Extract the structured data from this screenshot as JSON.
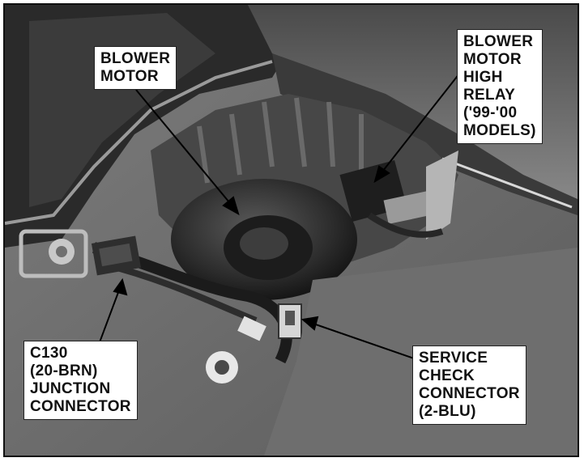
{
  "labels": {
    "blower_motor": [
      "BLOWER",
      "MOTOR"
    ],
    "high_relay": [
      "BLOWER",
      "MOTOR",
      "HIGH",
      "RELAY",
      "('99-'00",
      "MODELS)"
    ],
    "c130": [
      "C130",
      "(20-BRN)",
      "JUNCTION",
      "CONNECTOR"
    ],
    "service_check": [
      "SERVICE",
      "CHECK",
      "CONNECTOR",
      "(2-BLU)"
    ]
  },
  "colors": {
    "background": "#6f6f6f",
    "label_bg": "#ffffff",
    "ink": "#111111"
  }
}
